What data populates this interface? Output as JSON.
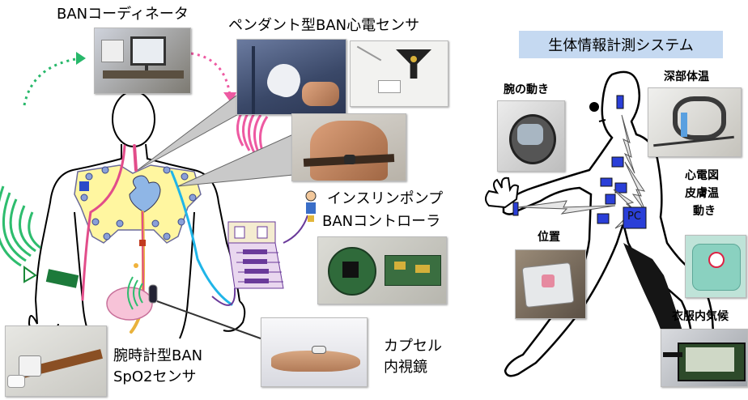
{
  "left_labels": {
    "ban_coordinator": "BANコーディネータ",
    "pendant_ecg": "ペンダント型BAN心電センサ",
    "insulin_pump": "インスリンポンプ",
    "ban_controller": "BANコントローラ",
    "wrist_sensor_line1": "腕時計型BAN",
    "wrist_sensor_line2": "SpO2センサ",
    "capsule_line1": "カプセル",
    "capsule_line2": "内視鏡"
  },
  "right_labels": {
    "title": "生体情報計測システム",
    "arm_motion": "腕の動き",
    "deep_temp": "深部体温",
    "ecg": "心電図",
    "skin_temp": "皮膚温",
    "motion": "動き",
    "position": "位置",
    "clothing_climate": "衣服内気候",
    "pc": "PC"
  }
}
